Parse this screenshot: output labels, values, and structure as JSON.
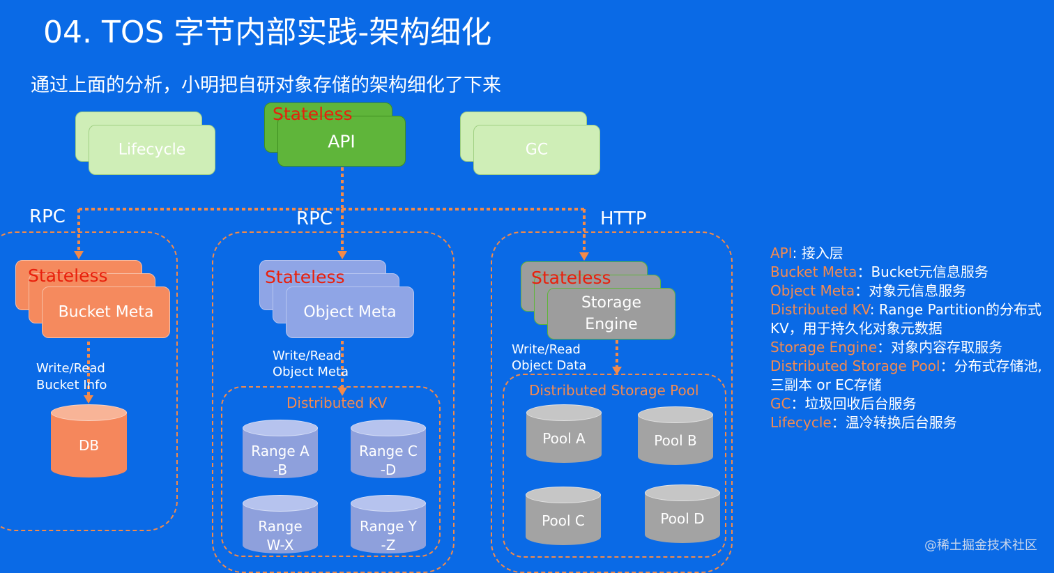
{
  "title": "04. TOS 字节内部实践-架构细化",
  "subtitle": "通过上面的分析，小明把自研对象存储的架构细化了下来",
  "stateless_label": "Stateless",
  "top_services": {
    "lifecycle": "Lifecycle",
    "api": "API",
    "gc": "GC"
  },
  "protocols": {
    "left": "RPC",
    "middle": "RPC",
    "right": "HTTP"
  },
  "bucket_meta": {
    "label": "Bucket Meta",
    "annotation_line1": "Write/Read",
    "annotation_line2": "Bucket Info",
    "db_label": "DB"
  },
  "object_meta": {
    "label": "Object Meta",
    "annotation_line1": "Write/Read",
    "annotation_line2": "Object Meta",
    "group_label": "Distributed KV",
    "ranges": [
      {
        "line1": "Range A",
        "line2": "-B"
      },
      {
        "line1": "Range C",
        "line2": "-D"
      },
      {
        "line1": "Range",
        "line2": "W-X"
      },
      {
        "line1": "Range Y",
        "line2": "-Z"
      }
    ]
  },
  "storage_engine": {
    "label_line1": "Storage",
    "label_line2": "Engine",
    "annotation_line1": "Write/Read",
    "annotation_line2": "Object Data",
    "group_label": "Distributed Storage Pool",
    "pools": [
      "Pool A",
      "Pool B",
      "Pool C",
      "Pool D"
    ]
  },
  "legend": [
    {
      "key": "API",
      "sep": ": ",
      "desc": "接入层"
    },
    {
      "key": "Bucket Meta",
      "sep": "：",
      "desc": "Bucket元信息服务"
    },
    {
      "key": "Object Meta",
      "sep": "：",
      "desc": "对象元信息服务"
    },
    {
      "key": "Distributed KV",
      "sep": ": ",
      "desc": "Range Partition的分布式"
    },
    {
      "key": "",
      "sep": "",
      "desc": "KV，用于持久化对象元数据"
    },
    {
      "key": "Storage Engine",
      "sep": "：",
      "desc": "对象内容存取服务"
    },
    {
      "key": "Distributed Storage Pool",
      "sep": "：",
      "desc": "分布式存储池,"
    },
    {
      "key": "",
      "sep": "",
      "desc": "三副本 or EC存储"
    },
    {
      "key": "GC",
      "sep": "：",
      "desc": "垃圾回收后台服务"
    },
    {
      "key": "Lifecycle",
      "sep": "：",
      "desc": "温冷转换后台服务"
    }
  ],
  "watermark": "@稀土掘金技术社区",
  "colors": {
    "background": "#0a6ae6",
    "stateless_text": "#e8200c",
    "dashed_orange": "#f28a4a",
    "legend_key": "#f48a50"
  }
}
